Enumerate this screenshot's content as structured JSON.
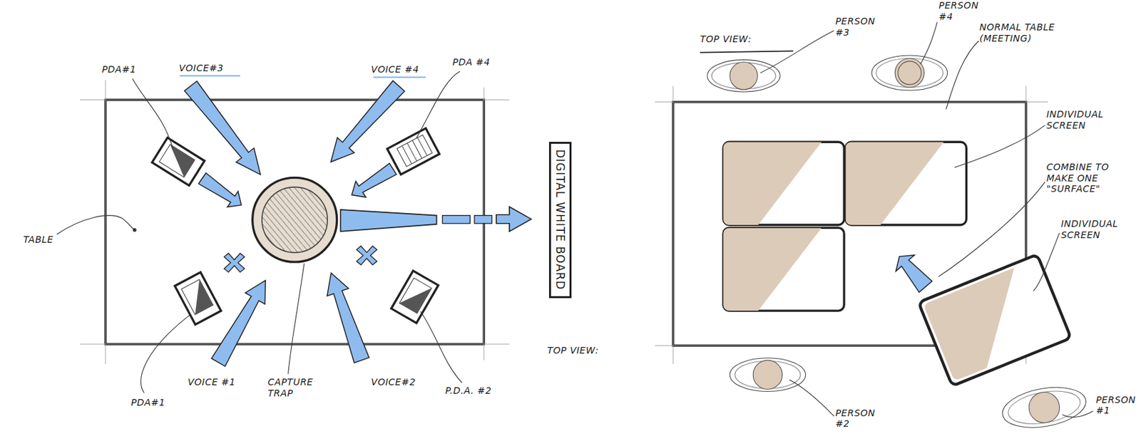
{
  "diagram": {
    "nodes": [
      {
        "text": [
          "DIGITAL WHITE BOARD"
        ]
      }
    ],
    "labels": [
      "PDA#1",
      "VOICE#3",
      "VOICE #4",
      "PDA #4",
      "TABLE",
      "PDA#1",
      "VOICE #1",
      "CAPTURE TRAP",
      "VOICE#2",
      "P.D.A. #2",
      "TOP VIEW:",
      "TOP VIEW:",
      "PERSON #3",
      "PERSON #4",
      "NORMAL TABLE (MEETING)",
      "INDIVIDUAL SCREEN",
      "COMBINE TO MAKE ONE \"SURFACE\"",
      "INDIVIDUAL SCREEN",
      "PERSON #2",
      "PERSON #1"
    ]
  }
}
